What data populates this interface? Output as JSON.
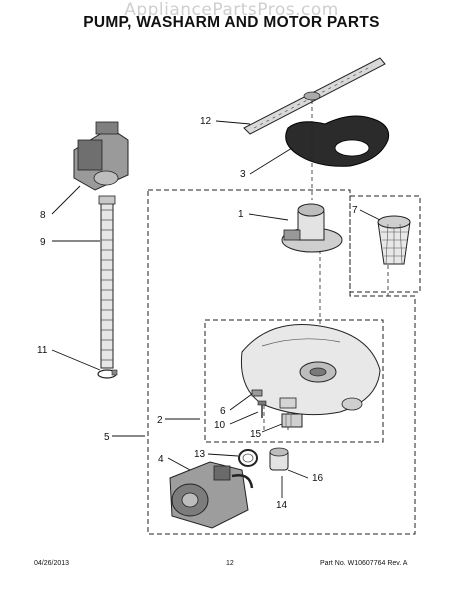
{
  "watermark": "AppliancePartsPros.com",
  "title": "PUMP, WASHARM AND MOTOR PARTS",
  "callouts": {
    "c1": "1",
    "c2": "2",
    "c3": "3",
    "c4": "4",
    "c5": "5",
    "c6": "6",
    "c7": "7",
    "c8": "8",
    "c9": "9",
    "c10": "10",
    "c11": "11",
    "c12": "12",
    "c13": "13",
    "c14": "14",
    "c15": "15",
    "c16": "16"
  },
  "footer": {
    "date": "04/26/2013",
    "page": "12",
    "part_no": "Part No. W10607764  Rev. A"
  }
}
